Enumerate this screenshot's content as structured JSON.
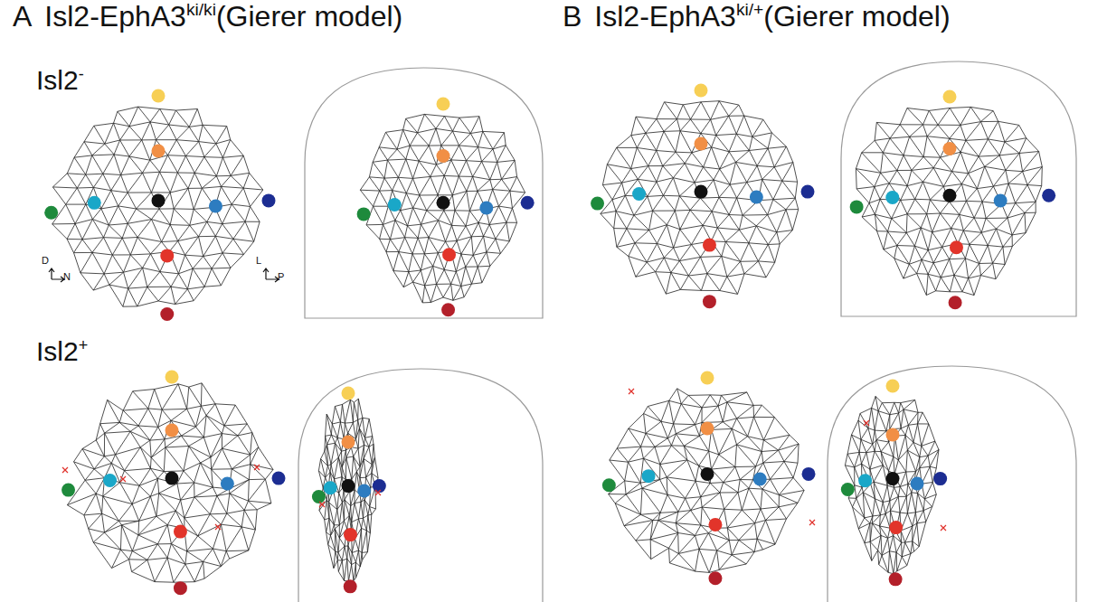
{
  "diagram": {
    "labels": [
      "A",
      "Isl2-EphA3",
      "ki/ki",
      "(Gierer model)",
      "B",
      "Isl2-EphA3",
      "ki/+",
      "(Gierer model)",
      "Isl2",
      "-",
      "Isl2",
      "+",
      "D",
      "N",
      "L",
      "P"
    ]
  }
}
